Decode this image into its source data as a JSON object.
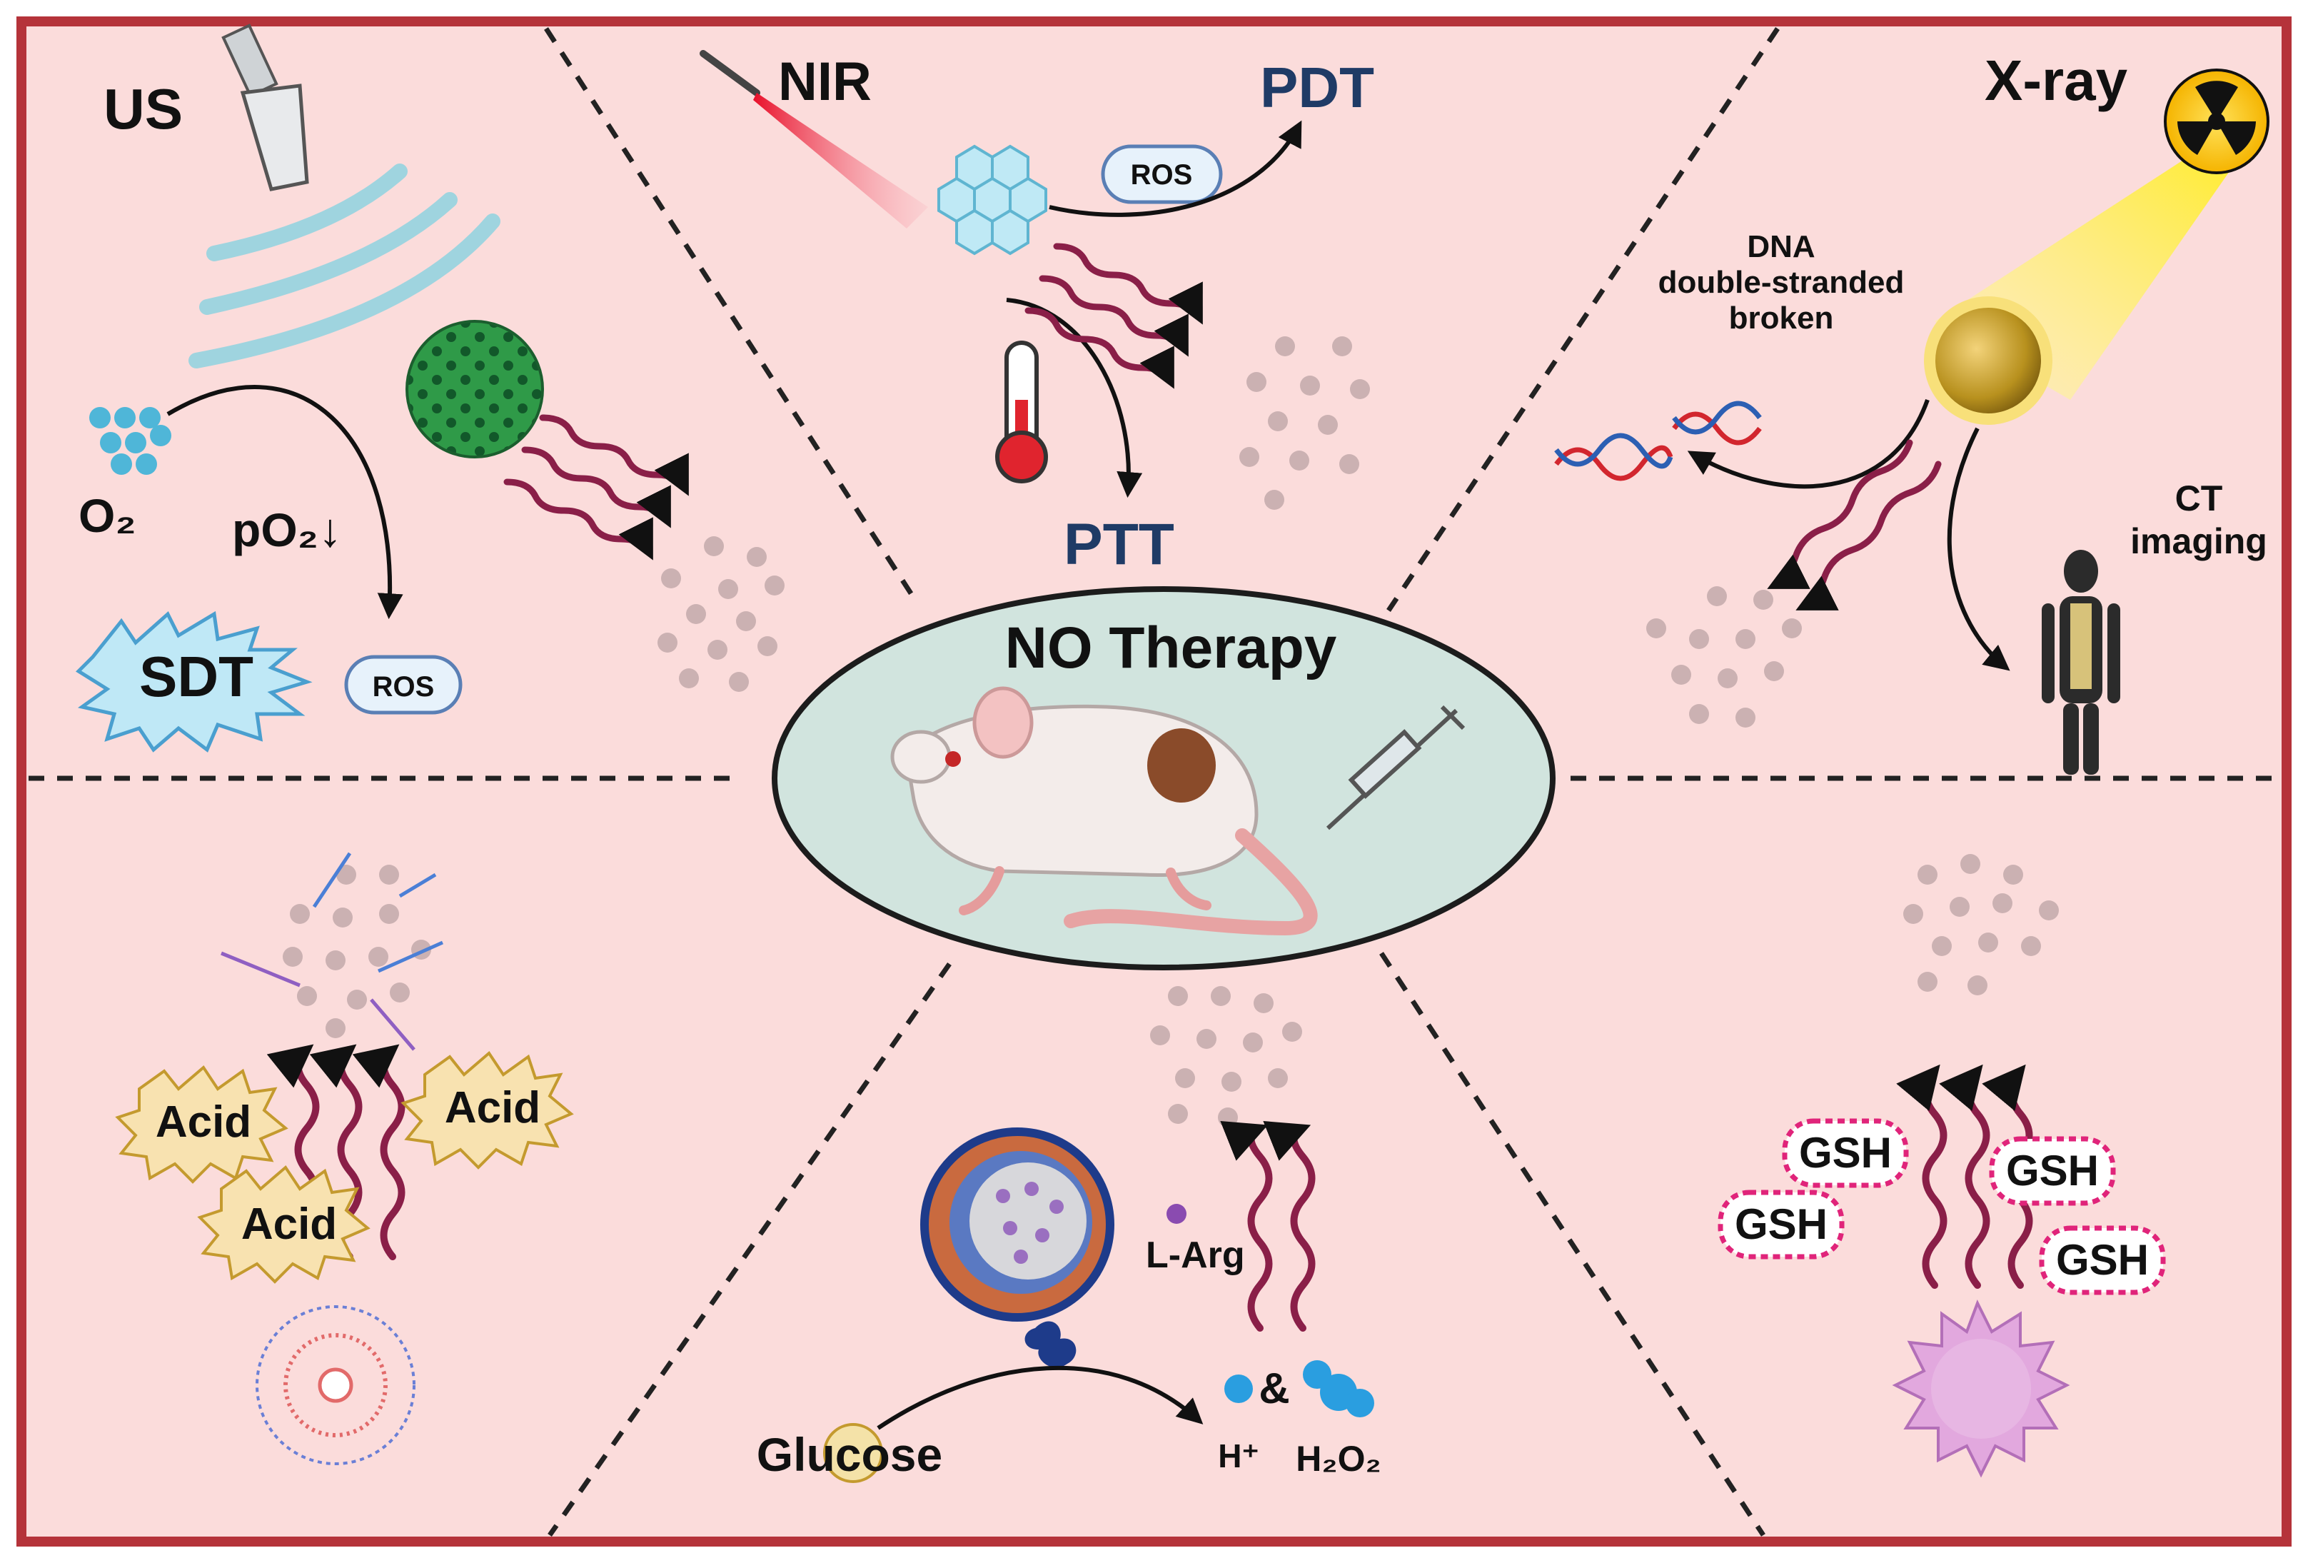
{
  "center": {
    "title": "NO Therapy"
  },
  "us_panel": {
    "us": "US",
    "o2": "O₂",
    "po2": "pO₂↓",
    "sdt": "SDT",
    "ros": "ROS"
  },
  "nir_panel": {
    "nir": "NIR",
    "ros": "ROS",
    "pdt": "PDT",
    "ptt": "PTT"
  },
  "xray_panel": {
    "xray": "X-ray",
    "dna_line1": "DNA",
    "dna_line2": "double-stranded",
    "dna_line3": "broken",
    "ct_line1": "CT",
    "ct_line2": "imaging"
  },
  "acid_panel": {
    "acid1": "Acid",
    "acid2": "Acid",
    "acid3": "Acid"
  },
  "glucose_panel": {
    "larg": "L-Arg",
    "glucose": "Glucose",
    "amp": "&",
    "hplus": "H⁺",
    "h2o2": "H₂O₂"
  },
  "gsh_panel": {
    "gsh1": "GSH",
    "gsh2": "GSH",
    "gsh3": "GSH",
    "gsh4": "GSH"
  },
  "colors": {
    "background": "#fbdcdb",
    "frame": "#b5333a",
    "wave_arrow": "#8a1f48",
    "label_blue": "#1f3b66",
    "no_dot": "#cbb1b2"
  }
}
